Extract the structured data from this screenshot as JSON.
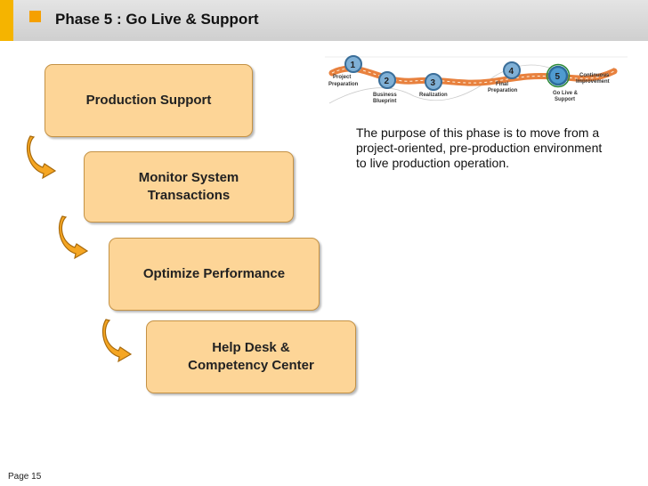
{
  "header": {
    "title": "Phase 5 : Go Live & Support"
  },
  "steps": [
    {
      "lines": [
        "Production Support"
      ]
    },
    {
      "lines": [
        "Monitor System",
        "Transactions"
      ]
    },
    {
      "lines": [
        "Optimize Performance"
      ]
    },
    {
      "lines": [
        "Help Desk &",
        "Competency Center"
      ]
    }
  ],
  "roadmap": {
    "stages": [
      {
        "number": "1",
        "label_lines": [
          "Project",
          "Preparation"
        ]
      },
      {
        "number": "2",
        "label_lines": [
          "Business",
          "Blueprint"
        ]
      },
      {
        "number": "3",
        "label_lines": [
          "Realization"
        ]
      },
      {
        "number": "4",
        "label_lines": [
          "Final",
          "Preparation"
        ]
      },
      {
        "number": "5",
        "label_lines": [
          "Go Live &",
          "Support"
        ]
      }
    ],
    "extra_label_lines": [
      "Continuous",
      "Improvement"
    ]
  },
  "description": "The purpose of this phase is to move from a project-oriented, pre-production environment to live production operation.",
  "footer": {
    "page_label": "Page 15"
  }
}
